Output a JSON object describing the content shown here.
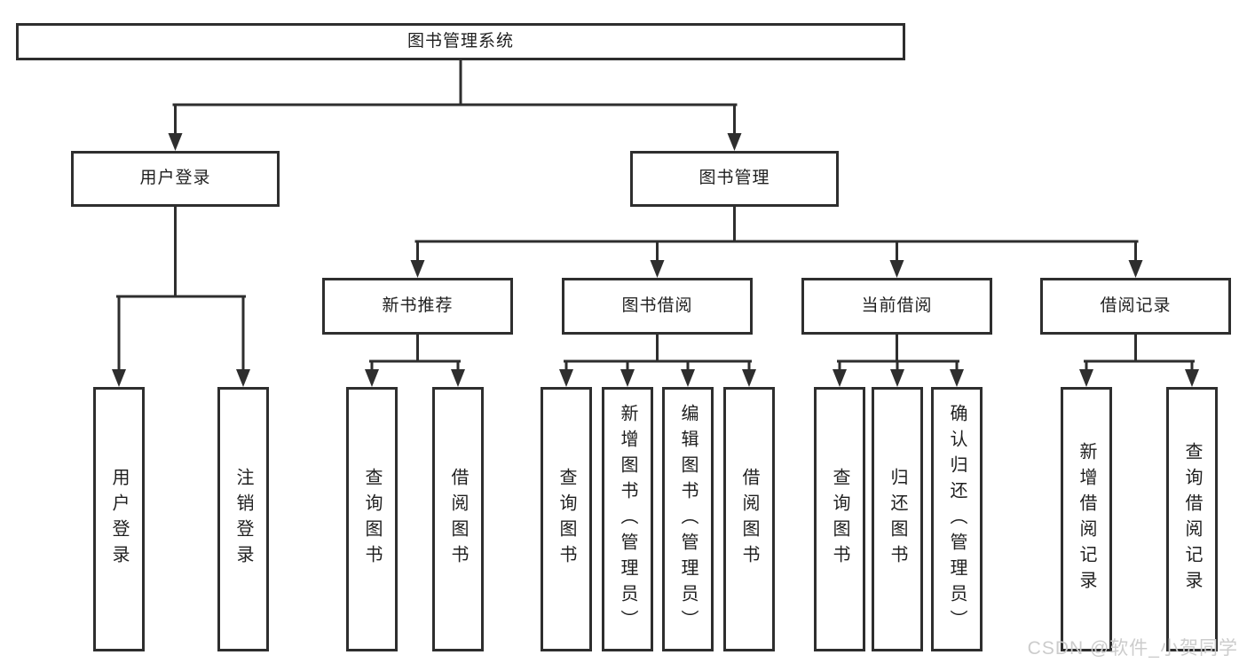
{
  "diagram": {
    "root": {
      "label": "图书管理系统"
    },
    "branches": [
      {
        "label": "用户登录",
        "children": [
          {
            "label": "用户登录"
          },
          {
            "label": "注销登录"
          }
        ]
      },
      {
        "label": "图书管理",
        "children": [
          {
            "label": "新书推荐",
            "children": [
              {
                "label": "查询图书"
              },
              {
                "label": "借阅图书"
              }
            ]
          },
          {
            "label": "图书借阅",
            "children": [
              {
                "label": "查询图书"
              },
              {
                "label": "新增图书（管理员）"
              },
              {
                "label": "编辑图书（管理员）"
              },
              {
                "label": "借阅图书"
              }
            ]
          },
          {
            "label": "当前借阅",
            "children": [
              {
                "label": "查询图书"
              },
              {
                "label": "归还图书"
              },
              {
                "label": "确认归还（管理员）"
              }
            ]
          },
          {
            "label": "借阅记录",
            "children": [
              {
                "label": "新增借阅记录"
              },
              {
                "label": "查询借阅记录"
              }
            ]
          }
        ]
      }
    ]
  },
  "watermark": {
    "text": "CSDN @软件_小贺同学"
  },
  "colors": {
    "line": "#2e2e2e",
    "border": "#2e2e2e",
    "text": "#1f1f1f",
    "watermark": "#cccccc",
    "background": "#ffffff"
  }
}
